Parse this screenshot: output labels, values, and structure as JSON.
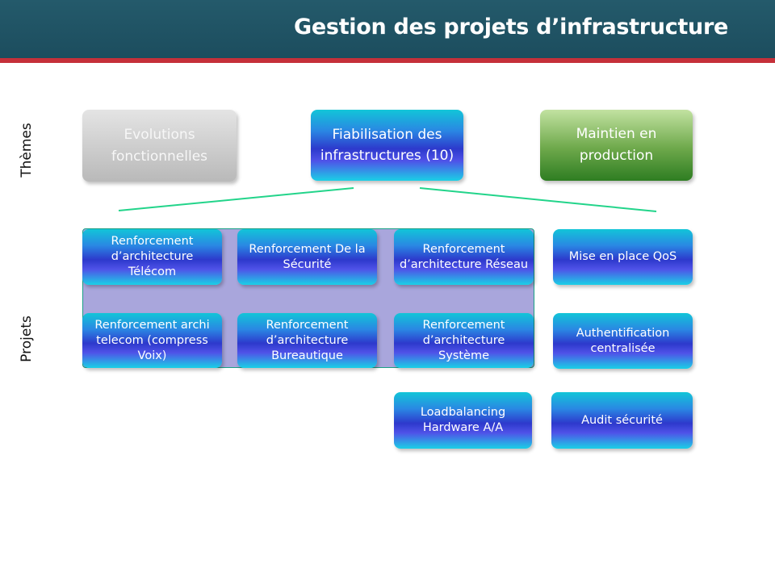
{
  "header": {
    "title": "Gestion des projets d’infrastructure"
  },
  "side_labels": {
    "themes": "Thèmes",
    "projets": "Projets"
  },
  "themes": [
    {
      "label": "Evolutions fonctionnelles"
    },
    {
      "label": "Fiabilisation des infrastructures (10)"
    },
    {
      "label": "Maintien en production"
    }
  ],
  "projects": {
    "r1c1": "Renforcement d’architecture Télécom",
    "r1c2": "Renforcement De la Sécurité",
    "r1c3": "Renforcement d’architecture Réseau",
    "r1c4": "Mise en place QoS",
    "r2c1": "Renforcement archi telecom (compress Voix)",
    "r2c2": "Renforcement d’architecture Bureautique",
    "r2c3": "Renforcement d’architecture Système",
    "r2c4": "Authentification centralisée",
    "r3c3": "Loadbalancing Hardware A/A",
    "r3c4": "Audit sécurité"
  },
  "colors": {
    "header": "#1f5364",
    "accent_stripe": "#c5303a",
    "connector": "#22d48a",
    "group_fill": "#a9a6dc"
  }
}
